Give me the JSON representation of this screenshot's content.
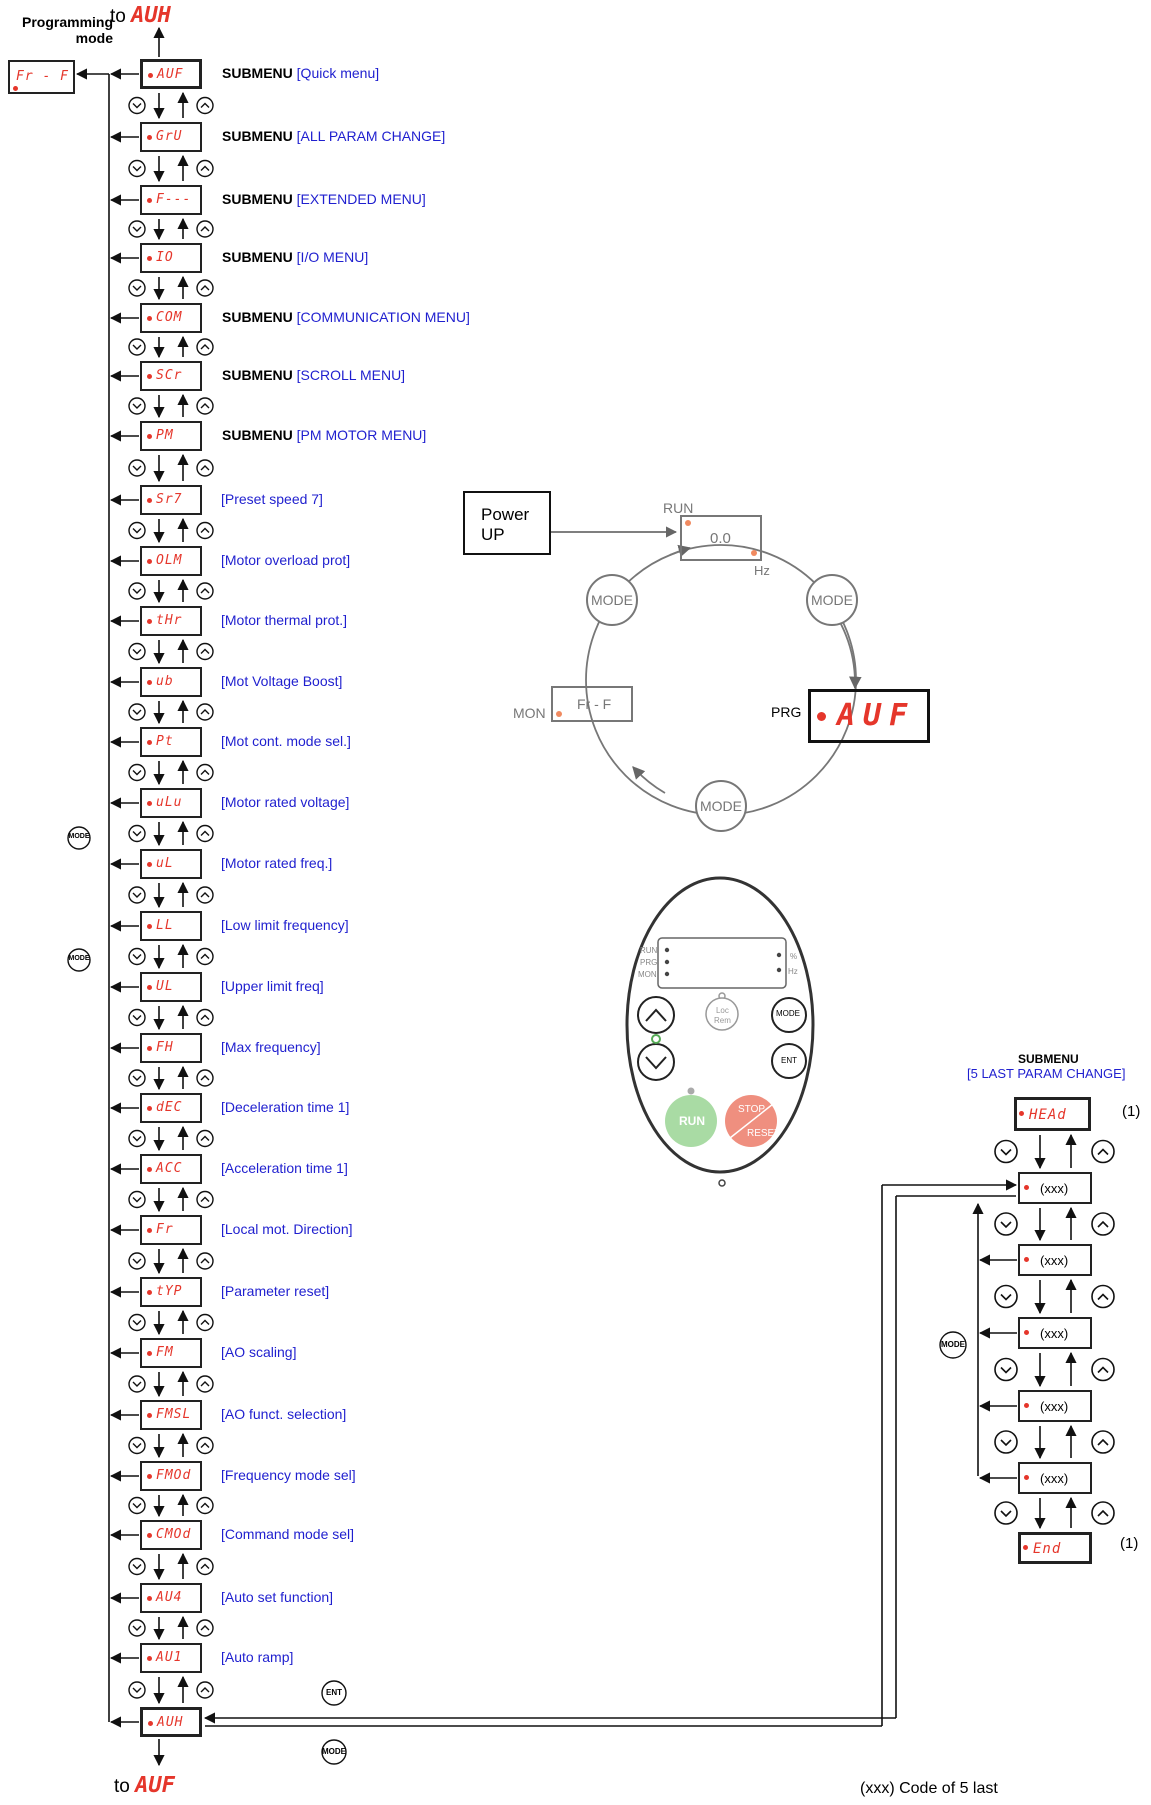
{
  "header": {
    "programming_mode": "Programming\nmode",
    "to_top_prefix": "to",
    "to_top_code": "AUH",
    "to_bottom_prefix": "to",
    "to_bottom_code": "AUF",
    "fr_f_code": "Fr - F"
  },
  "menu": [
    {
      "code": "AUF",
      "kind": "SUBMENU",
      "label": "[Quick menu]"
    },
    {
      "code": "GrU",
      "kind": "SUBMENU",
      "label": "[ALL PARAM CHANGE]"
    },
    {
      "code": "F---",
      "kind": "SUBMENU",
      "label": "[EXTENDED MENU]"
    },
    {
      "code": "IO",
      "kind": "SUBMENU",
      "label": "[I/O MENU]"
    },
    {
      "code": "COM",
      "kind": "SUBMENU",
      "label": "[COMMUNICATION MENU]"
    },
    {
      "code": "SCr",
      "kind": "SUBMENU",
      "label": "[SCROLL MENU]"
    },
    {
      "code": "PM",
      "kind": "SUBMENU",
      "label": "[PM MOTOR MENU]"
    },
    {
      "code": "Sr7",
      "kind": "",
      "label": "[Preset speed 7]"
    },
    {
      "code": "OLM",
      "kind": "",
      "label": "[Motor overload prot]"
    },
    {
      "code": "tHr",
      "kind": "",
      "label": "[Motor thermal prot.]"
    },
    {
      "code": "ub",
      "kind": "",
      "label": "[Mot Voltage Boost]"
    },
    {
      "code": "Pt",
      "kind": "",
      "label": "[Mot cont. mode sel.]"
    },
    {
      "code": "uLu",
      "kind": "",
      "label": "[Motor rated voltage]"
    },
    {
      "code": "uL",
      "kind": "",
      "label": "[Motor rated freq.]"
    },
    {
      "code": "LL",
      "kind": "",
      "label": "[Low limit frequency]"
    },
    {
      "code": "UL",
      "kind": "",
      "label": "[Upper limit freq]"
    },
    {
      "code": "FH",
      "kind": "",
      "label": "[Max frequency]"
    },
    {
      "code": "dEC",
      "kind": "",
      "label": "[Deceleration time 1]"
    },
    {
      "code": "ACC",
      "kind": "",
      "label": "[Acceleration time 1]"
    },
    {
      "code": "Fr",
      "kind": "",
      "label": "[Local mot. Direction]"
    },
    {
      "code": "tYP",
      "kind": "",
      "label": "[Parameter reset]"
    },
    {
      "code": "FM",
      "kind": "",
      "label": "[AO scaling]"
    },
    {
      "code": "FMSL",
      "kind": "",
      "label": "[AO funct. selection]"
    },
    {
      "code": "FMOd",
      "kind": "",
      "label": "[Frequency mode sel]"
    },
    {
      "code": "CMOd",
      "kind": "",
      "label": "[Command mode sel]"
    },
    {
      "code": "AU4",
      "kind": "",
      "label": "[Auto set function]"
    },
    {
      "code": "AU1",
      "kind": "",
      "label": "[Auto ramp]"
    },
    {
      "code": "AUH",
      "kind": "",
      "label": ""
    }
  ],
  "buttons": {
    "mode": "MODE",
    "ent": "ENT"
  },
  "cycle": {
    "power_up": "Power\nUP",
    "run_label": "RUN",
    "run_value": "0.0",
    "hz_label": "Hz",
    "mode_label": "MODE",
    "prg_label": "PRG",
    "prg_code": "AUF",
    "mon_label": "MON",
    "mon_code": "Fr - F"
  },
  "keypad": {
    "run_led": "RUN",
    "prg_led": "PRG",
    "mon_led": "MON",
    "pct_led": "%",
    "hz_led": "Hz",
    "loc_rem": "Loc\nRem",
    "mode_btn": "MODE",
    "ent_btn": "ENT",
    "run_btn": "RUN",
    "stop_btn": "STOP",
    "reset_btn": "RESET"
  },
  "submenu": {
    "title": "SUBMENU",
    "subtitle": "[5 LAST PARAM CHANGE]",
    "head_code": "HEAd",
    "end_code": "End",
    "note_mark": "(1)",
    "items": [
      "(xxx)",
      "(xxx)",
      "(xxx)",
      "(xxx)",
      "(xxx)"
    ],
    "mode_label": "MODE"
  },
  "footer_note": "(xxx)   Code of 5 last"
}
